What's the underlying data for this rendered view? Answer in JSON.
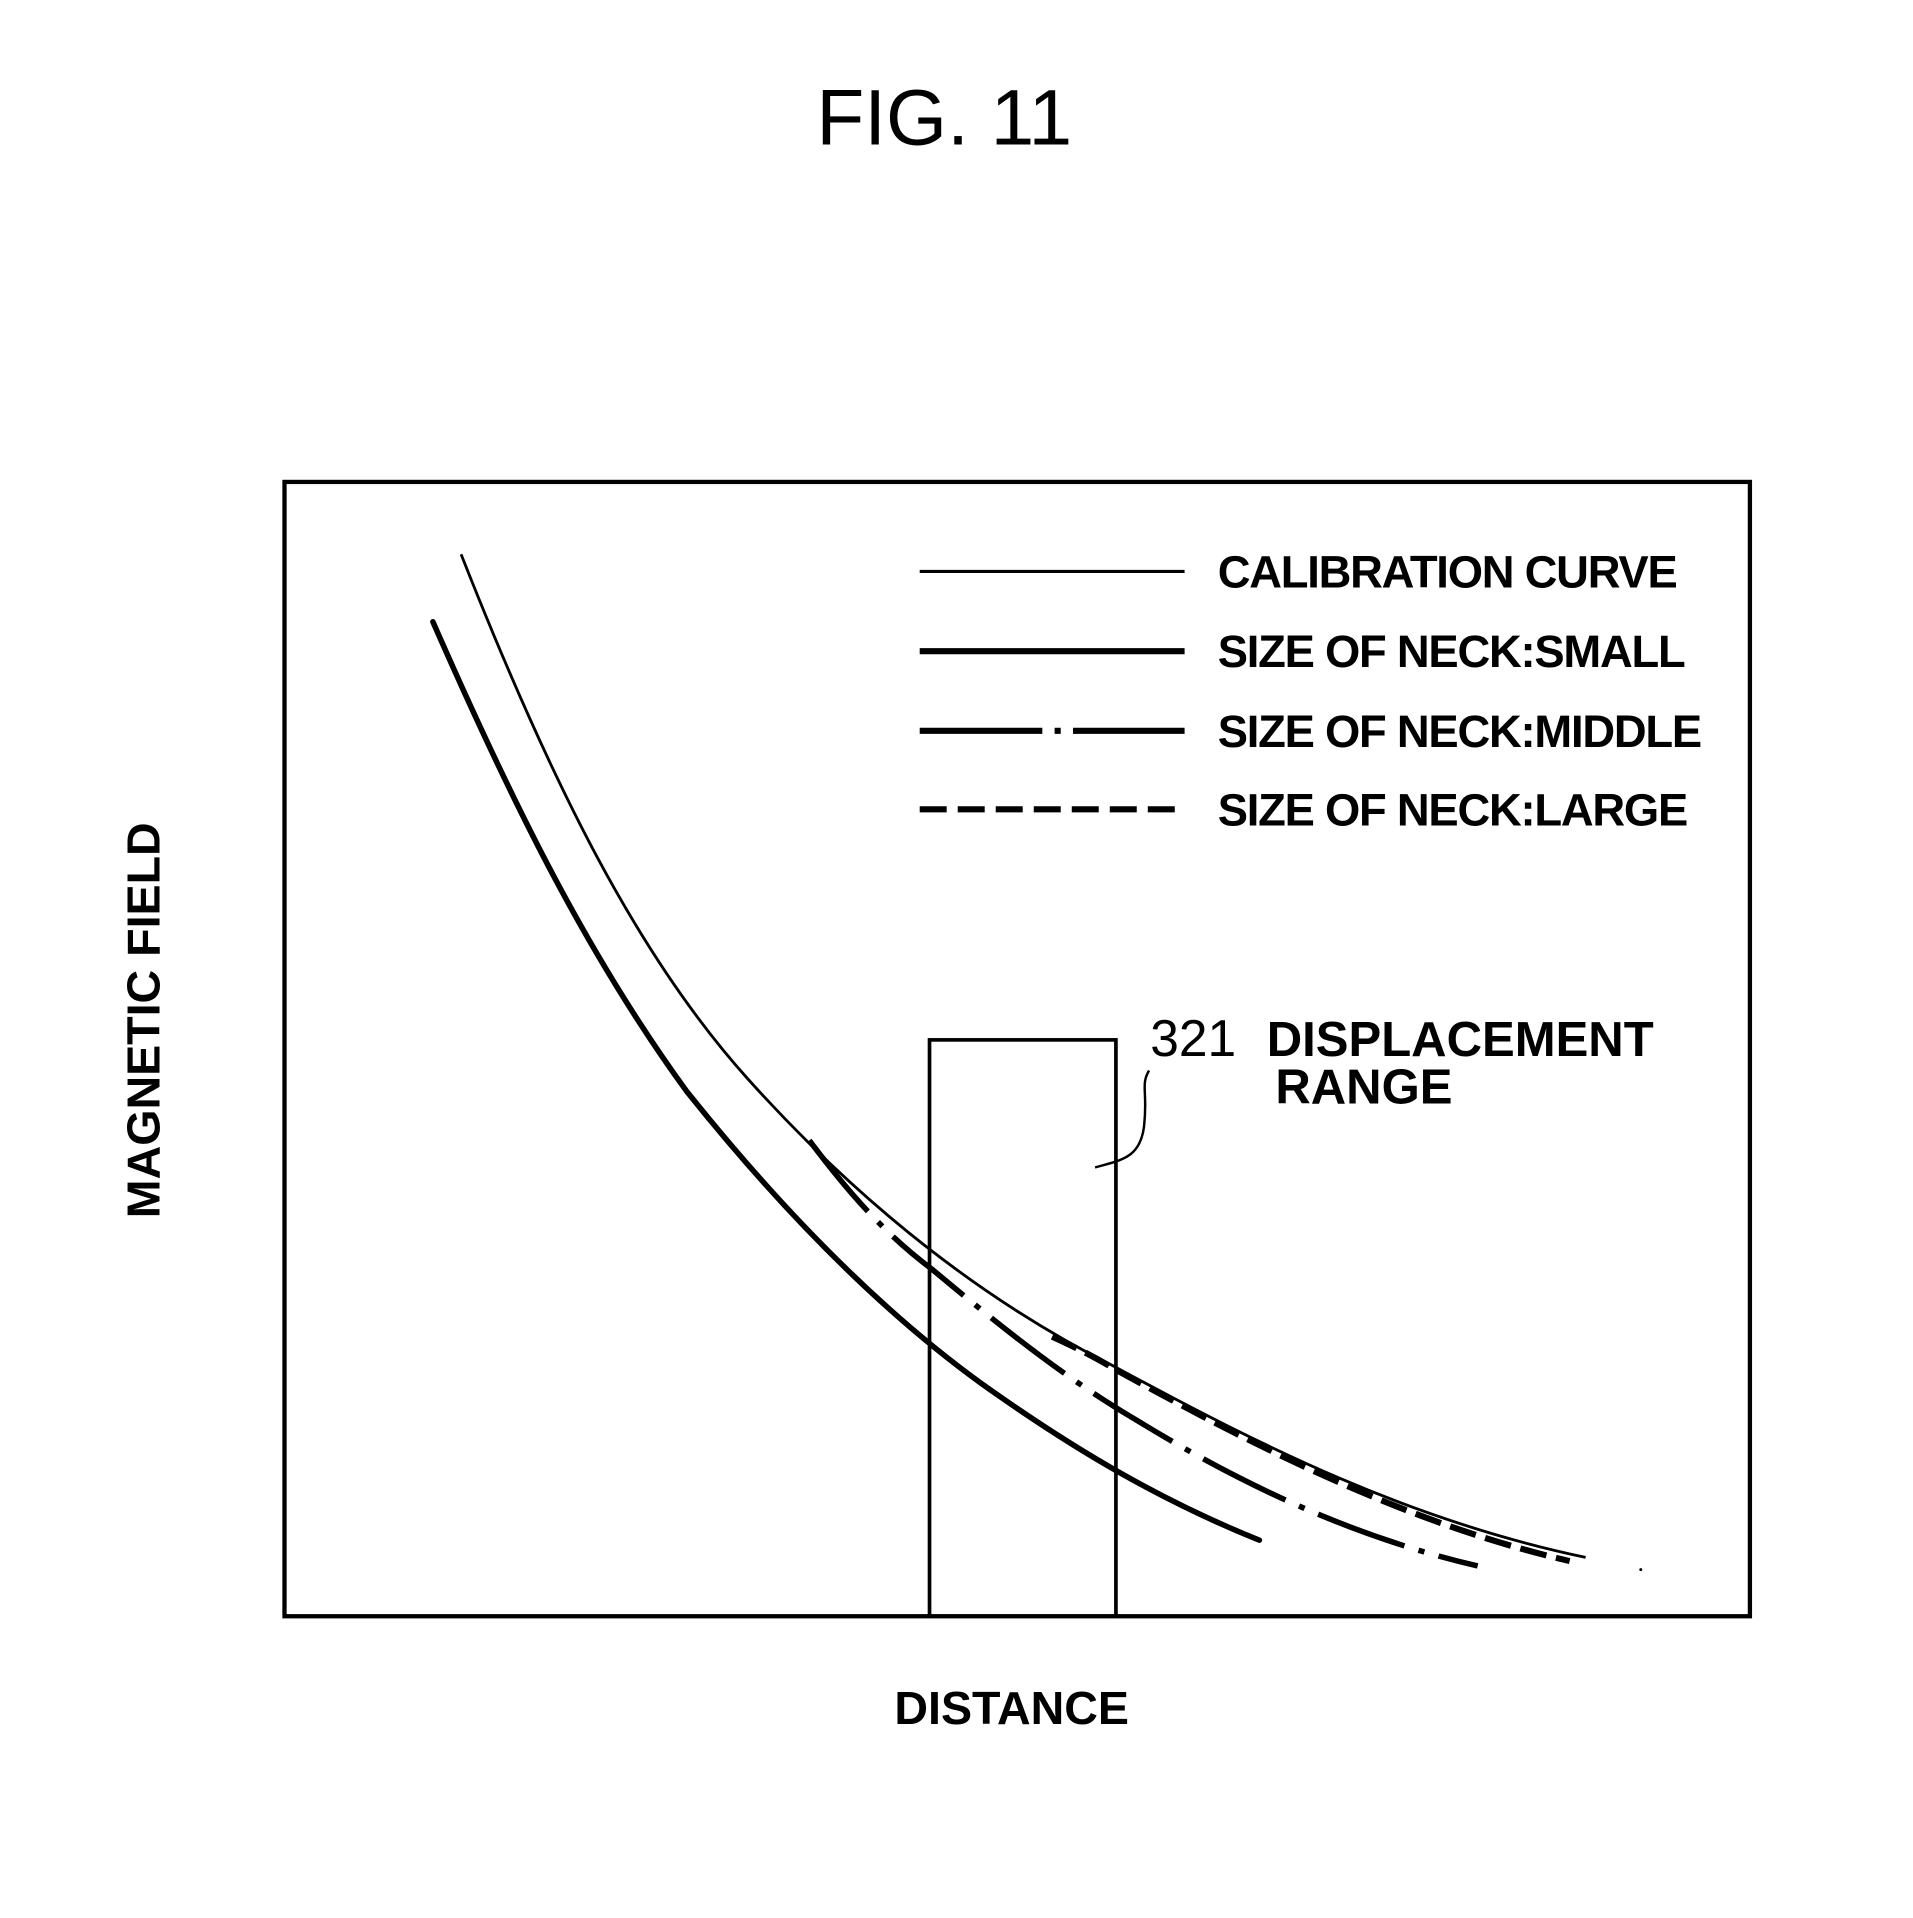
{
  "figure": {
    "title": "FIG. 11"
  },
  "chart_data": {
    "type": "line",
    "title": "FIG. 11",
    "xlabel": "DISTANCE",
    "ylabel": "MAGNETIC FIELD",
    "grid": false,
    "ticks": "none (qualitative axes)",
    "legend_position": "upper right inside plot",
    "legend": [
      {
        "label": "CALIBRATION CURVE",
        "style": "thin solid"
      },
      {
        "label": "SIZE OF NECK:SMALL",
        "style": "thick solid"
      },
      {
        "label": "SIZE OF NECK:MIDDLE",
        "style": "thick dash-dot"
      },
      {
        "label": "SIZE OF NECK:LARGE",
        "style": "thick dashed"
      }
    ],
    "x_range": [
      0,
      100
    ],
    "y_range": [
      0,
      100
    ],
    "series": [
      {
        "name": "CALIBRATION CURVE",
        "x": [
          12,
          24,
          36,
          44,
          56,
          72,
          88
        ],
        "y": [
          94,
          70,
          42,
          32,
          22,
          11,
          5
        ]
      },
      {
        "name": "SIZE OF NECK:SMALL",
        "x": [
          10,
          19,
          28,
          36,
          44,
          56,
          66
        ],
        "y": [
          88,
          65,
          46,
          33,
          23,
          13,
          7
        ]
      },
      {
        "name": "SIZE OF NECK:MIDDLE",
        "x": [
          36,
          44,
          56,
          68,
          81
        ],
        "y": [
          42,
          30,
          18,
          10,
          4
        ]
      },
      {
        "name": "SIZE OF NECK:LARGE",
        "x": [
          52,
          56,
          72,
          87
        ],
        "y": [
          25,
          22,
          10,
          5
        ]
      }
    ],
    "annotations": [
      {
        "label": "321 DISPLACEMENT RANGE",
        "type": "rectangle",
        "x_range": [
          44,
          56.5
        ],
        "y_range": [
          0,
          51
        ]
      }
    ]
  },
  "legend": {
    "items": [
      {
        "label": "CALIBRATION CURVE"
      },
      {
        "label": "SIZE OF NECK:SMALL"
      },
      {
        "label": "SIZE OF NECK:MIDDLE"
      },
      {
        "label": "SIZE OF NECK:LARGE"
      }
    ]
  },
  "axes": {
    "x_label": "DISTANCE",
    "y_label": "MAGNETIC FIELD"
  },
  "annotation": {
    "ref_number": "321",
    "line1": "DISPLACEMENT",
    "line2": "RANGE"
  },
  "colors": {
    "ink": "#000000",
    "background": "#ffffff"
  }
}
